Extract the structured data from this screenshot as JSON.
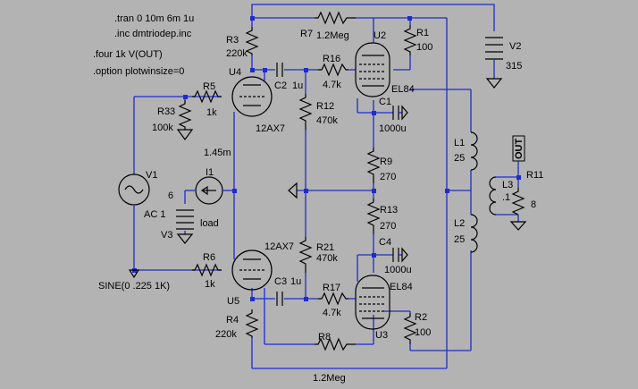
{
  "directives": [
    ".tran 0 10m 6m 1u",
    ".inc dmtriodep.inc",
    ".four 1k V(OUT)",
    ".option plotwinsize=0"
  ],
  "components": {
    "R1": {
      "name": "R1",
      "value": "100"
    },
    "R2": {
      "name": "R2",
      "value": "100"
    },
    "R3": {
      "name": "R3",
      "value": "220k"
    },
    "R4": {
      "name": "R4",
      "value": "220k"
    },
    "R5": {
      "name": "R5",
      "value": "1k"
    },
    "R6": {
      "name": "R6",
      "value": "1k"
    },
    "R7": {
      "name": "R7",
      "value": "1.2Meg"
    },
    "R8": {
      "name": "R8",
      "value": "1.2Meg"
    },
    "R9": {
      "name": "R9",
      "value": "270"
    },
    "R11": {
      "name": "R11",
      "value": "8"
    },
    "R12": {
      "name": "R12",
      "value": "470k"
    },
    "R13": {
      "name": "R13",
      "value": "270"
    },
    "R16": {
      "name": "R16",
      "value": "4.7k"
    },
    "R17": {
      "name": "R17",
      "value": "4.7k"
    },
    "R21": {
      "name": "R21",
      "value": "470k"
    },
    "R33": {
      "name": "R33",
      "value": "100k"
    },
    "C1": {
      "name": "C1",
      "value": "1000u"
    },
    "C2": {
      "name": "C2",
      "value": "1u"
    },
    "C3": {
      "name": "C3",
      "value": "1u"
    },
    "C4": {
      "name": "C4",
      "value": "1000u"
    },
    "U2": {
      "name": "U2",
      "value": "EL84"
    },
    "U3": {
      "name": "U3",
      "value": "EL84"
    },
    "U4": {
      "name": "U4",
      "value": "12AX7"
    },
    "U5": {
      "name": "U5",
      "value": "12AX7"
    },
    "V1": {
      "name": "V1",
      "value": "AC 1",
      "extra": "SINE(0 .225 1K)"
    },
    "V2": {
      "name": "V2",
      "value": "315"
    },
    "V3": {
      "name": "V3",
      "value": "6"
    },
    "I1": {
      "name": "I1",
      "value": "1.45m",
      "extra": "load"
    },
    "L1": {
      "name": "L1",
      "value": "25"
    },
    "L2": {
      "name": "L2",
      "value": "25"
    },
    "L3": {
      "name": "L3",
      "value": ".1"
    }
  },
  "net_label": "OUT",
  "colors": {
    "background": "#b3b3b3",
    "wire": "#1f2bd0",
    "component": "#000000"
  }
}
